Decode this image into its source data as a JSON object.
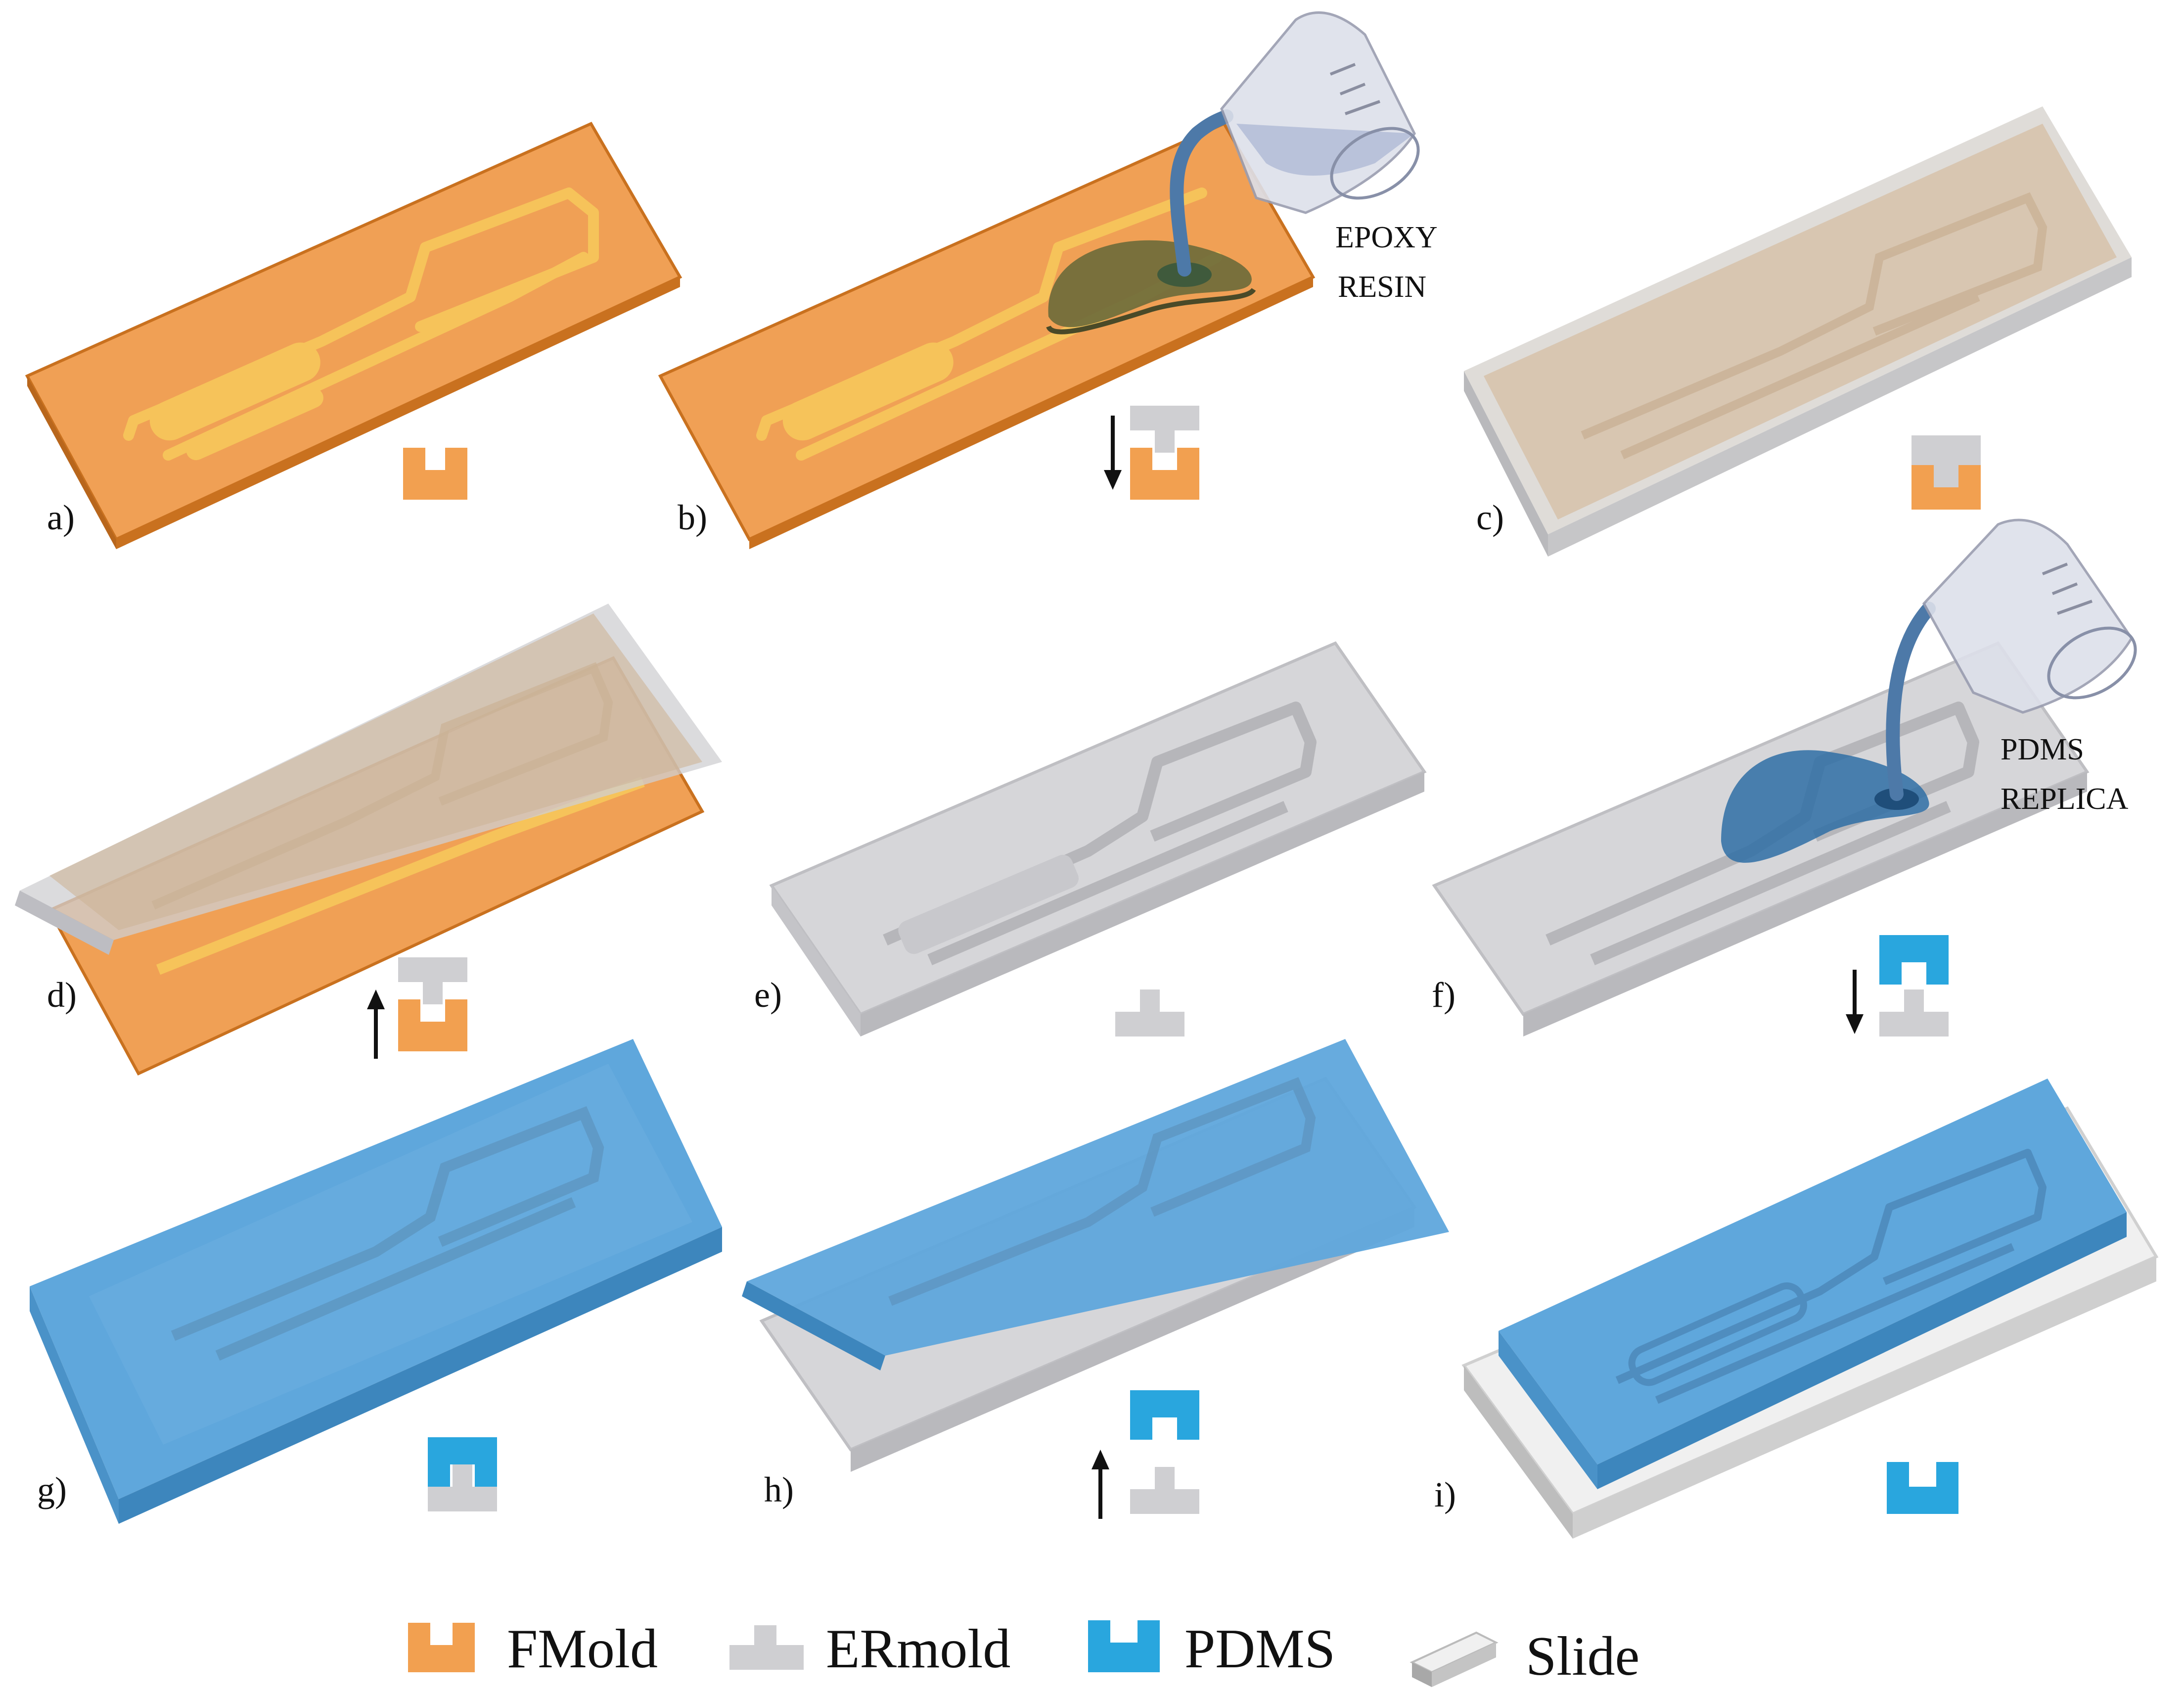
{
  "panels": [
    {
      "id": "a",
      "label": "a)"
    },
    {
      "id": "b",
      "label": "b)",
      "annotation_lines": [
        "EPOXY",
        "RESIN"
      ]
    },
    {
      "id": "c",
      "label": "c)"
    },
    {
      "id": "d",
      "label": "d)"
    },
    {
      "id": "e",
      "label": "e)"
    },
    {
      "id": "f",
      "label": "f)",
      "annotation_lines": [
        "PDMS",
        "REPLICA"
      ]
    },
    {
      "id": "g",
      "label": "g)"
    },
    {
      "id": "h",
      "label": "h)"
    },
    {
      "id": "i",
      "label": "i)"
    }
  ],
  "legend": [
    {
      "key": "fmold",
      "label": "FMold",
      "color": "#f2a050"
    },
    {
      "key": "ermold",
      "label": "ERmold",
      "color": "#cfcfd2"
    },
    {
      "key": "pdms",
      "label": "PDMS",
      "color": "#29a6de"
    },
    {
      "key": "slide",
      "label": "Slide",
      "color": "#eeeeee"
    }
  ]
}
